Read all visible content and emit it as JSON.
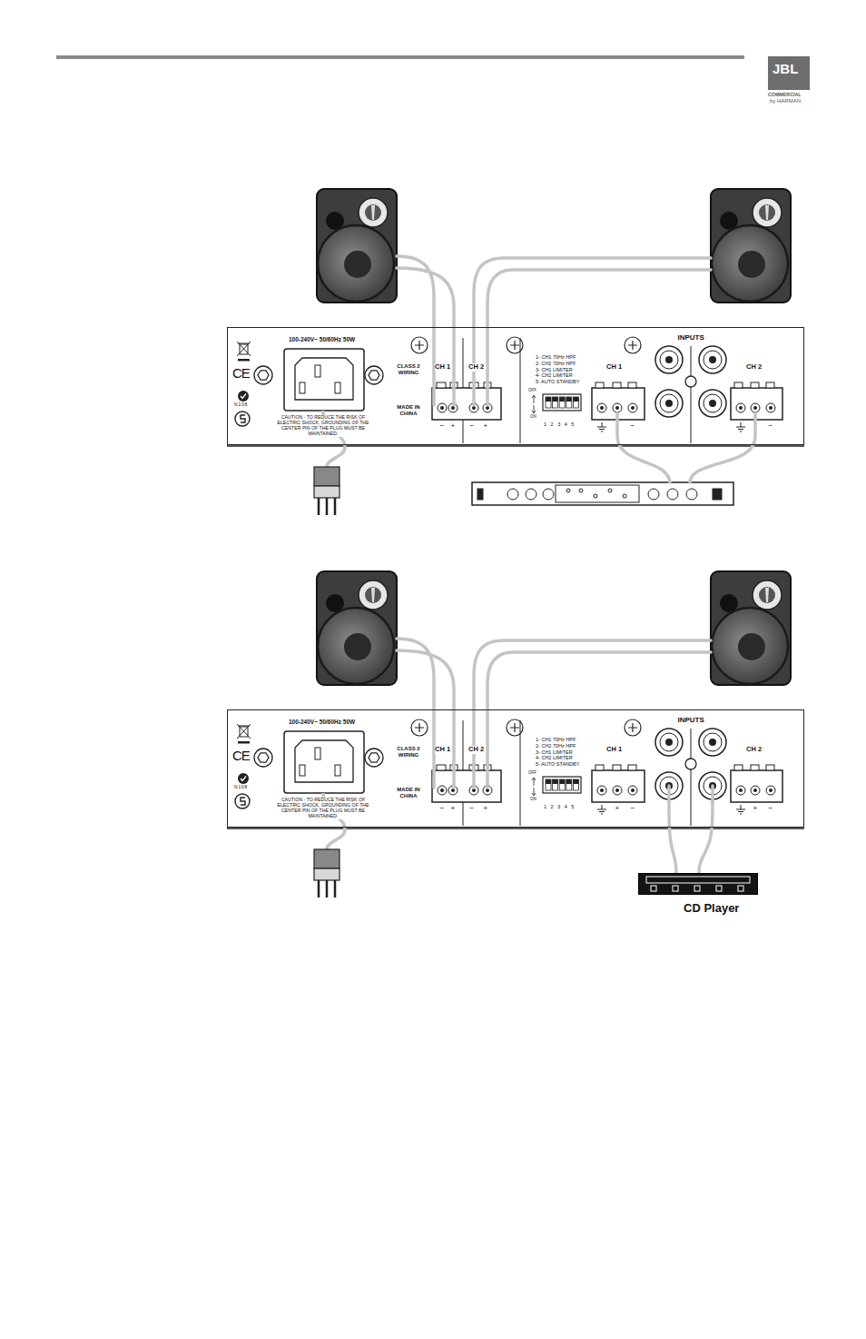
{
  "diagram": {
    "nodes": [
      {
        "text": [
          "100-240V~ 50/60Hz 50W",
          "CLASS 2 WIRING",
          "MADE IN CHINA",
          "CAUTION - TO REDUCE THE RISK OF ELECTRIC SHOCK, GROUNDING OF THE CENTER PIN OF THE PLUG MUST BE MAINTAINED."
        ]
      },
      {
        "text": [
          "CH 1",
          "CH 2",
          "−",
          "+",
          "−",
          "+"
        ],
        "in": 0
      },
      {
        "text": [
          "1- CH1 70Hz HPF",
          "2- CH2 70Hz HPF",
          "3- CH1 LIMITER",
          "4- CH2 LIMITER",
          "5- AUTO STANDBY",
          "OFF",
          "ON",
          "1 2 3 4 5"
        ],
        "in": 0
      },
      {
        "text": [
          "CH 1",
          "−"
        ],
        "in": 0
      },
      {
        "text": [
          "INPUTS"
        ],
        "in": 0
      },
      {
        "text": [
          "CH 2",
          "−"
        ],
        "in": 0
      },
      {
        "text": [
          "100-240V~ 50/60Hz 50W",
          "CLASS 2 WIRING",
          "MADE IN CHINA",
          "CAUTION - TO REDUCE THE RISK OF ELECTRIC SHOCK, GROUNDING OF THE CENTER PIN OF THE PLUG MUST BE MAINTAINED."
        ]
      },
      {
        "text": [
          "CH 1",
          "CH 2",
          "−",
          "+",
          "−",
          "+"
        ],
        "in": 6
      },
      {
        "text": [
          "1- CH1 70Hz HPF",
          "2- CH2 70Hz HPF",
          "3- CH1 LIMITER",
          "4- CH2 LIMITER",
          "5- AUTO STANDBY",
          "OFF",
          "ON",
          "1 2 3 4 5"
        ],
        "in": 6
      },
      {
        "text": [
          "CH 1",
          "+",
          "−"
        ],
        "in": 6
      },
      {
        "text": [
          "INPUTS"
        ],
        "in": 6
      },
      {
        "text": [
          "CH 2",
          "+",
          "−"
        ],
        "in": 6
      },
      {
        "text": [
          "CD Player"
        ]
      }
    ],
    "edges": [
      {
        "from": 12,
        "to": 10,
        "arrow": "none"
      },
      {
        "from": 12,
        "to": 10,
        "arrow": "none"
      }
    ],
    "labels": [
      "JBL",
      "COMMERCIAL",
      "by HARMAN",
      "CE",
      "N108",
      "CE",
      "N108"
    ]
  }
}
